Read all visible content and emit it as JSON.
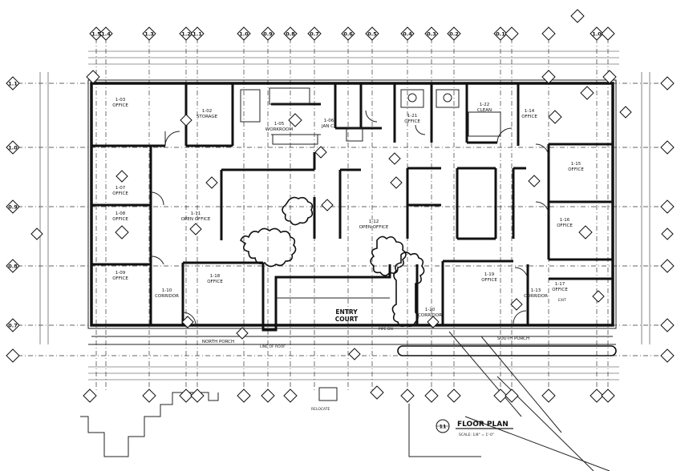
{
  "title_block": {
    "sheet_number": "11",
    "title": "FLOOR PLAN",
    "scale": "SCALE: 1/8\" = 1'-0\""
  },
  "grid_top": [
    "1.5",
    "1.4",
    "1.3",
    "1.2",
    "1.1",
    "1.0",
    "0.9",
    "0.8",
    "0.7",
    "0.6",
    "0.5",
    "0.4",
    "0.3",
    "0.2",
    "0.1",
    "1.0"
  ],
  "grid_left": [
    "1.1",
    "1.0",
    "0.9",
    "0.8",
    "0.7"
  ],
  "rooms": [
    {
      "id": "1-03",
      "name": "OFFICE"
    },
    {
      "id": "1-02",
      "name": "STORAGE"
    },
    {
      "id": "1-05",
      "name": "WORKROOM"
    },
    {
      "id": "1-06",
      "name": "JAN CL"
    },
    {
      "id": "1-07",
      "name": "OFFICE"
    },
    {
      "id": "1-08",
      "name": "OFFICE"
    },
    {
      "id": "1-09",
      "name": "OFFICE"
    },
    {
      "id": "1-10",
      "name": "CORRIDOR"
    },
    {
      "id": "1-11",
      "name": "OPEN OFFICE"
    },
    {
      "id": "1-12",
      "name": "OPEN OFFICE"
    },
    {
      "id": "1-13",
      "name": "CORRIDOR"
    },
    {
      "id": "1-14",
      "name": "OFFICE"
    },
    {
      "id": "1-15",
      "name": "OFFICE"
    },
    {
      "id": "1-16",
      "name": "OFFICE"
    },
    {
      "id": "1-17",
      "name": "OFFICE"
    },
    {
      "id": "1-18",
      "name": "OFFICE"
    },
    {
      "id": "1-19",
      "name": "OFFICE"
    },
    {
      "id": "1-20",
      "name": "CORRIDOR"
    },
    {
      "id": "1-21",
      "name": "OFFICE"
    },
    {
      "id": "1-22",
      "name": "CLEAN"
    }
  ],
  "labels": {
    "entry": "ENTRY",
    "court": "COURT",
    "north_porch": "NORTH PORCH",
    "south_porch": "SOUTH PORCH",
    "pipe_dn": "PIPE DN",
    "line_of_roof": "LINE OF ROOF",
    "relocate": "RELOCATE",
    "exit_sign": "EXIT"
  }
}
